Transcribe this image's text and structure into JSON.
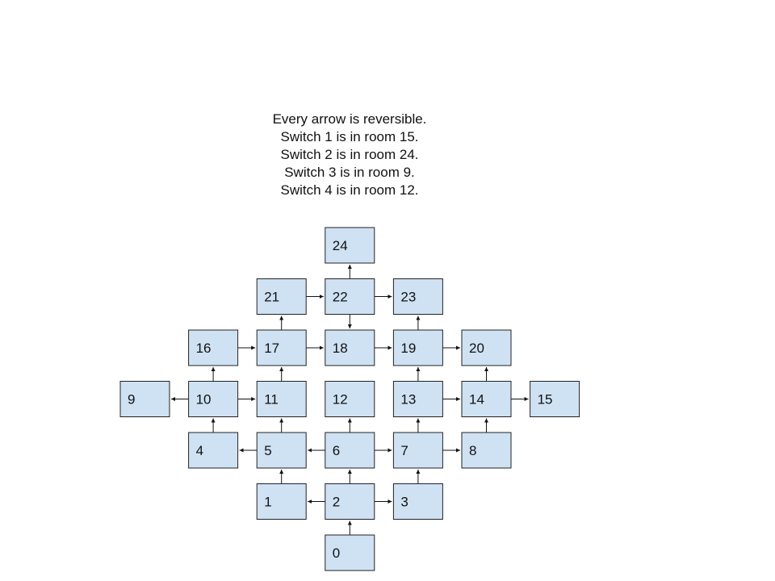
{
  "notes": [
    "Every arrow is reversible.",
    "Switch 1 is in room 15.",
    "Switch 2 is in room 24.",
    "Switch 3 is in room 9.",
    "Switch 4 is in room 12."
  ],
  "colors": {
    "room_fill": "#cfe2f3",
    "room_border": "#222222",
    "arrow": "#111111"
  },
  "rooms": [
    {
      "id": "24",
      "row": 0,
      "col": 3
    },
    {
      "id": "21",
      "row": 1,
      "col": 2
    },
    {
      "id": "22",
      "row": 1,
      "col": 3
    },
    {
      "id": "23",
      "row": 1,
      "col": 4
    },
    {
      "id": "16",
      "row": 2,
      "col": 1
    },
    {
      "id": "17",
      "row": 2,
      "col": 2
    },
    {
      "id": "18",
      "row": 2,
      "col": 3
    },
    {
      "id": "19",
      "row": 2,
      "col": 4
    },
    {
      "id": "20",
      "row": 2,
      "col": 5
    },
    {
      "id": "9",
      "row": 3,
      "col": 0
    },
    {
      "id": "10",
      "row": 3,
      "col": 1
    },
    {
      "id": "11",
      "row": 3,
      "col": 2
    },
    {
      "id": "12",
      "row": 3,
      "col": 3
    },
    {
      "id": "13",
      "row": 3,
      "col": 4
    },
    {
      "id": "14",
      "row": 3,
      "col": 5
    },
    {
      "id": "15",
      "row": 3,
      "col": 6
    },
    {
      "id": "4",
      "row": 4,
      "col": 1
    },
    {
      "id": "5",
      "row": 4,
      "col": 2
    },
    {
      "id": "6",
      "row": 4,
      "col": 3
    },
    {
      "id": "7",
      "row": 4,
      "col": 4
    },
    {
      "id": "8",
      "row": 4,
      "col": 5
    },
    {
      "id": "1",
      "row": 5,
      "col": 2
    },
    {
      "id": "2",
      "row": 5,
      "col": 3
    },
    {
      "id": "3",
      "row": 5,
      "col": 4
    },
    {
      "id": "0",
      "row": 6,
      "col": 3
    }
  ],
  "arrows": [
    [
      "0",
      "2"
    ],
    [
      "2",
      "1"
    ],
    [
      "2",
      "3"
    ],
    [
      "2",
      "6"
    ],
    [
      "1",
      "5"
    ],
    [
      "3",
      "7"
    ],
    [
      "6",
      "5"
    ],
    [
      "6",
      "7"
    ],
    [
      "6",
      "12"
    ],
    [
      "5",
      "4"
    ],
    [
      "5",
      "11"
    ],
    [
      "4",
      "10"
    ],
    [
      "7",
      "8"
    ],
    [
      "7",
      "13"
    ],
    [
      "8",
      "14"
    ],
    [
      "10",
      "9"
    ],
    [
      "10",
      "11"
    ],
    [
      "10",
      "16"
    ],
    [
      "11",
      "17"
    ],
    [
      "13",
      "19"
    ],
    [
      "13",
      "14"
    ],
    [
      "14",
      "15"
    ],
    [
      "14",
      "20"
    ],
    [
      "16",
      "17"
    ],
    [
      "17",
      "18"
    ],
    [
      "17",
      "21"
    ],
    [
      "18",
      "19"
    ],
    [
      "19",
      "20"
    ],
    [
      "19",
      "23"
    ],
    [
      "21",
      "22"
    ],
    [
      "22",
      "18"
    ],
    [
      "22",
      "23"
    ],
    [
      "22",
      "24"
    ]
  ]
}
